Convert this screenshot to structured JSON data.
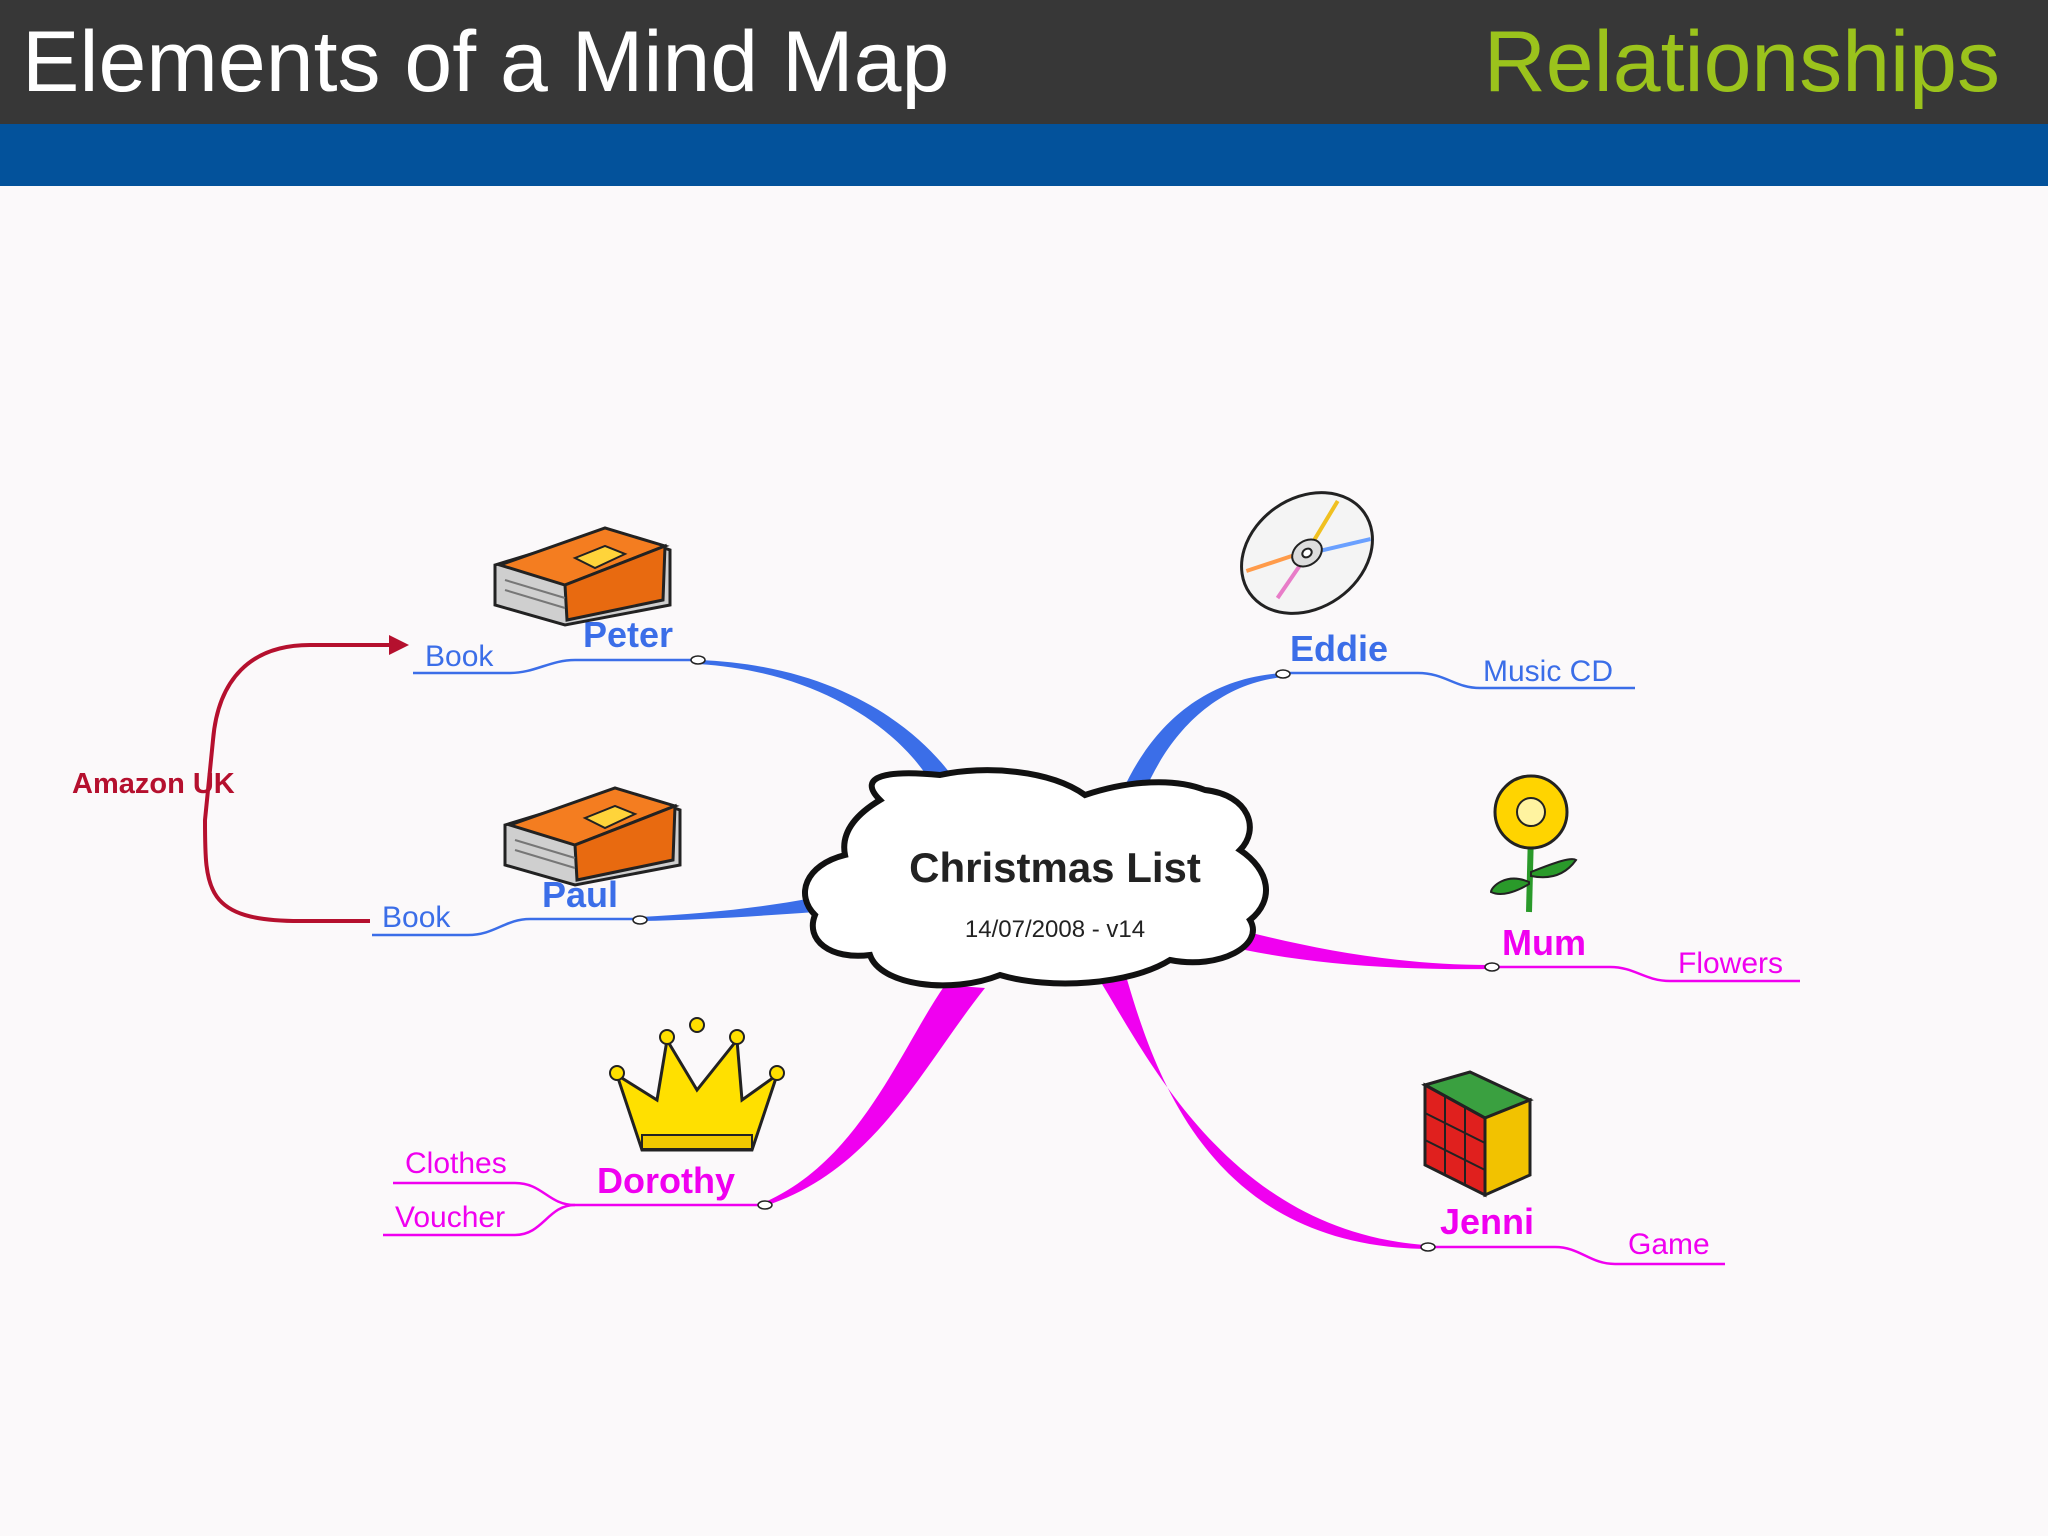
{
  "header": {
    "title": "Elements of a Mind Map",
    "section": "Relationships"
  },
  "colors": {
    "title_bar": "#373737",
    "accent_bar": "#03529b",
    "section_text": "#9bc31c",
    "blue_branch": "#3b6ee8",
    "magenta_branch": "#f000f0",
    "relationship": "#b5102e"
  },
  "mindmap": {
    "central": {
      "title": "Christmas List",
      "subtitle": "14/07/2008 - v14"
    },
    "branches": [
      {
        "name": "Peter",
        "color": "blue",
        "icon": "book-icon",
        "children": [
          "Book"
        ]
      },
      {
        "name": "Paul",
        "color": "blue",
        "icon": "book-icon",
        "children": [
          "Book"
        ]
      },
      {
        "name": "Eddie",
        "color": "blue",
        "icon": "cd-icon",
        "children": [
          "Music CD"
        ]
      },
      {
        "name": "Mum",
        "color": "magenta",
        "icon": "flower-icon",
        "children": [
          "Flowers"
        ]
      },
      {
        "name": "Dorothy",
        "color": "magenta",
        "icon": "crown-icon",
        "children": [
          "Clothes",
          "Voucher"
        ]
      },
      {
        "name": "Jenni",
        "color": "magenta",
        "icon": "rubiks-cube-icon",
        "children": [
          "Game"
        ]
      }
    ],
    "relationship": {
      "label": "Amazon UK",
      "from": "Paul / Book",
      "to": "Peter / Book"
    }
  }
}
